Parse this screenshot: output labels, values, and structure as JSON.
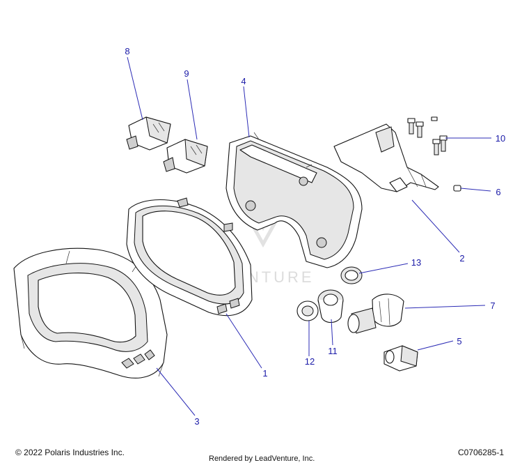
{
  "callouts": [
    {
      "id": "1",
      "label": "1"
    },
    {
      "id": "2",
      "label": "2"
    },
    {
      "id": "3",
      "label": "3"
    },
    {
      "id": "4",
      "label": "4"
    },
    {
      "id": "5",
      "label": "5"
    },
    {
      "id": "6",
      "label": "6"
    },
    {
      "id": "7",
      "label": "7"
    },
    {
      "id": "8",
      "label": "8"
    },
    {
      "id": "9",
      "label": "9"
    },
    {
      "id": "10",
      "label": "10"
    },
    {
      "id": "11",
      "label": "11"
    },
    {
      "id": "12",
      "label": "12"
    },
    {
      "id": "13",
      "label": "13"
    }
  ],
  "watermark": "LEADVENTURE",
  "footer": {
    "copyright": "© 2022 Polaris Industries Inc.",
    "rendered_by": "Rendered by LeadVenture, Inc.",
    "doc_number": "C0706285-1"
  },
  "colors": {
    "callout": "#1a1aa8",
    "leader": "#2b2bb5",
    "outline": "#111111"
  }
}
